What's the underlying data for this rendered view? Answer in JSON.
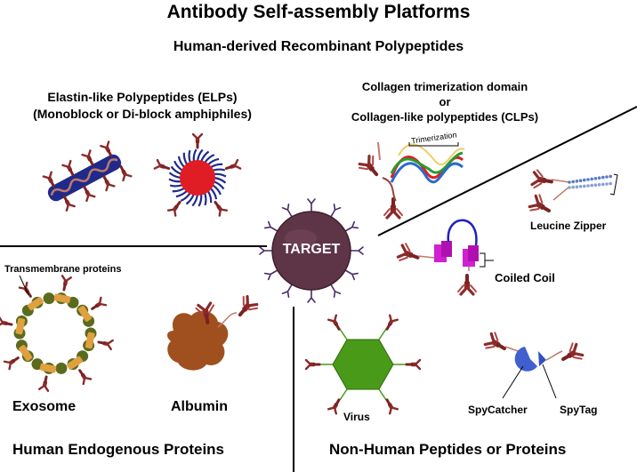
{
  "title": "Antibody Self-assembly Platforms",
  "subtitle": "Human-derived Recombinant Polypeptides",
  "elp": {
    "line1": "Elastin-like Polypeptides (ELPs)",
    "line2": "(Monoblock or Di-block amphiphiles)"
  },
  "collagen": {
    "line1": "Collagen trimerization domain",
    "line2": "or",
    "line3": "Collagen-like polypeptides (CLPs)",
    "trimerization": "Trimerization"
  },
  "target_label": "TARGET",
  "transmembrane_label": "Transmembrane proteins",
  "exosome_label": "Exosome",
  "albumin_label": "Albumin",
  "leucine_zipper_label": "Leucine Zipper",
  "coiled_coil_label": "Coiled Coil",
  "virus_label": "Virus",
  "spycatcher_label": "SpyCatcher",
  "spytag_label": "SpyTag",
  "section_human_endogenous": "Human Endogenous Proteins",
  "section_non_human": "Non-Human Peptides or Proteins",
  "colors": {
    "antibody_red": "#8b2a2a",
    "target_fill": "#5e3547",
    "target_antenna": "#4a2a6a",
    "elp_blue": "#1f2a8a",
    "micelle_core": "#e01c24",
    "exosome_green": "#5a6b1e",
    "exosome_orange": "#e0a040",
    "albumin_brown": "#a0501e",
    "virus_green": "#4a9a1a",
    "coil_magenta": "#d020d0",
    "coil_blue": "#2020c0",
    "spy_blue": "#4060d0"
  },
  "icons": [
    "antibody-icon",
    "target-cell-icon",
    "elp-fiber-icon",
    "elp-micelle-icon",
    "collagen-helix-icon",
    "leucine-zipper-icon",
    "coiled-coil-icon",
    "exosome-icon",
    "albumin-icon",
    "virus-icon",
    "spycatcher-icon"
  ]
}
